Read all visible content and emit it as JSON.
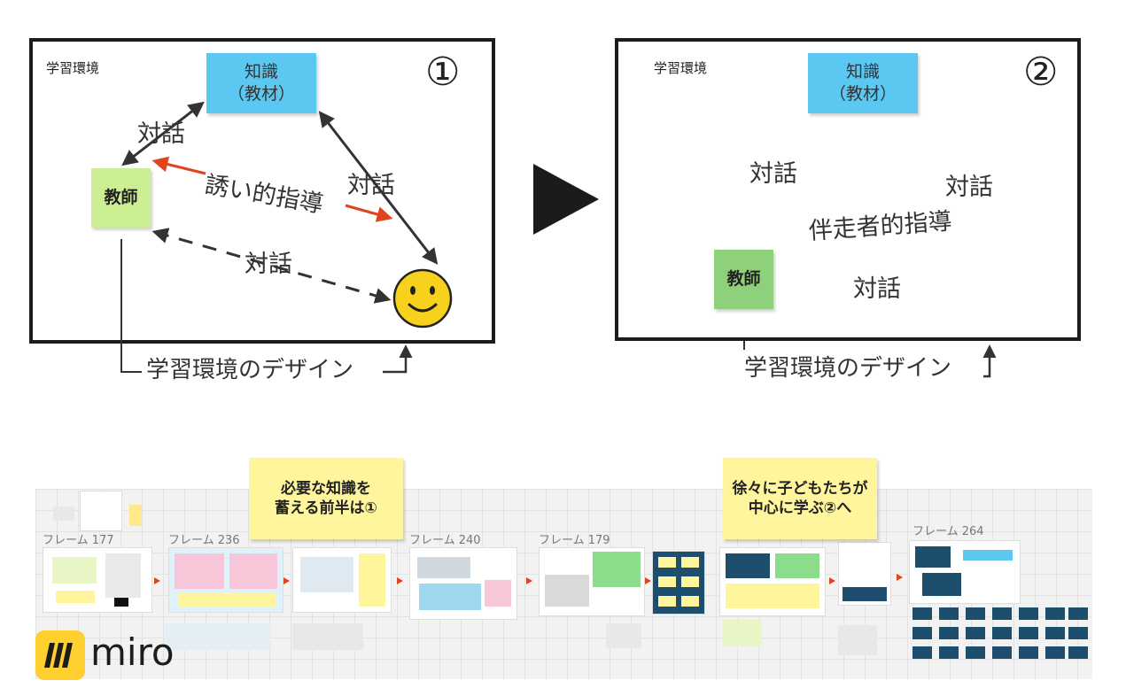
{
  "diagram1": {
    "number": "①",
    "env_label": "学習環境",
    "knowledge": "知識\n（教材）",
    "teacher": "教師",
    "dialogue_top": "対話",
    "dialogue_right": "対話",
    "dialogue_bottom": "対話",
    "guidance": "誘い的指導",
    "design": "学習環境のデザイン"
  },
  "diagram2": {
    "number": "②",
    "env_label": "学習環境",
    "knowledge": "知識\n（教材）",
    "teacher": "教師",
    "dialogue_top": "対話",
    "dialogue_right": "対話",
    "dialogue_bottom": "対話",
    "guidance": "伴走者的指導",
    "design": "学習環境のデザイン"
  },
  "board": {
    "note_left": "必要な知識を\n蓄える前半は①",
    "note_right": "徐々に子どもたちが\n中心に学ぶ②へ",
    "frames": [
      "フレーム 177",
      "フレーム 236",
      "フレーム 240",
      "フレーム 179",
      "フレーム 264"
    ],
    "logo_text": "miro"
  },
  "colors": {
    "knowledge": "#5bc8f1",
    "teacher1": "#ccef94",
    "teacher2": "#8fd17a",
    "accent_red": "#e0441f",
    "note_yellow": "#fff59d",
    "miro_yellow": "#ffd02f"
  }
}
